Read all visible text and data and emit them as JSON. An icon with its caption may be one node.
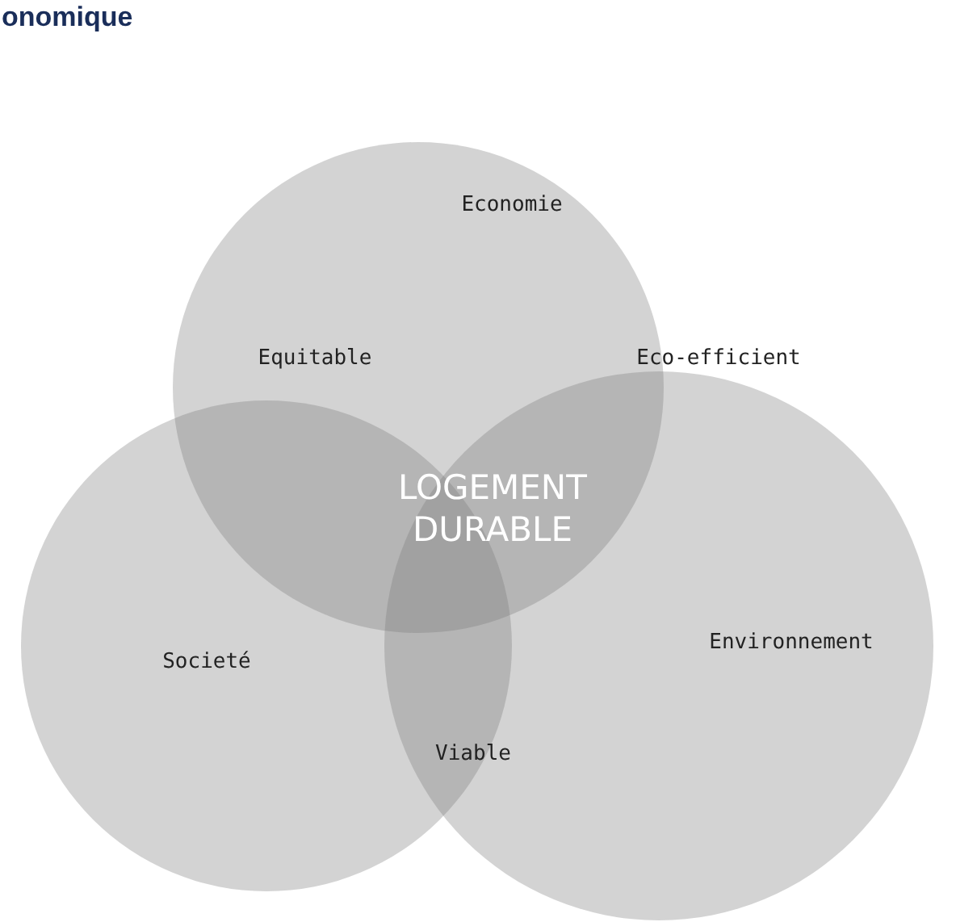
{
  "diagram": {
    "nodes": [
      {
        "text": [
          "Economie"
        ]
      },
      {
        "text": [
          "Societé"
        ]
      },
      {
        "text": [
          "Environnement"
        ]
      }
    ],
    "edges": [],
    "labels": [
      "onomique",
      "Equitable",
      "Eco-efficient",
      "LOGEMENT DURABLE",
      "Viable"
    ]
  }
}
